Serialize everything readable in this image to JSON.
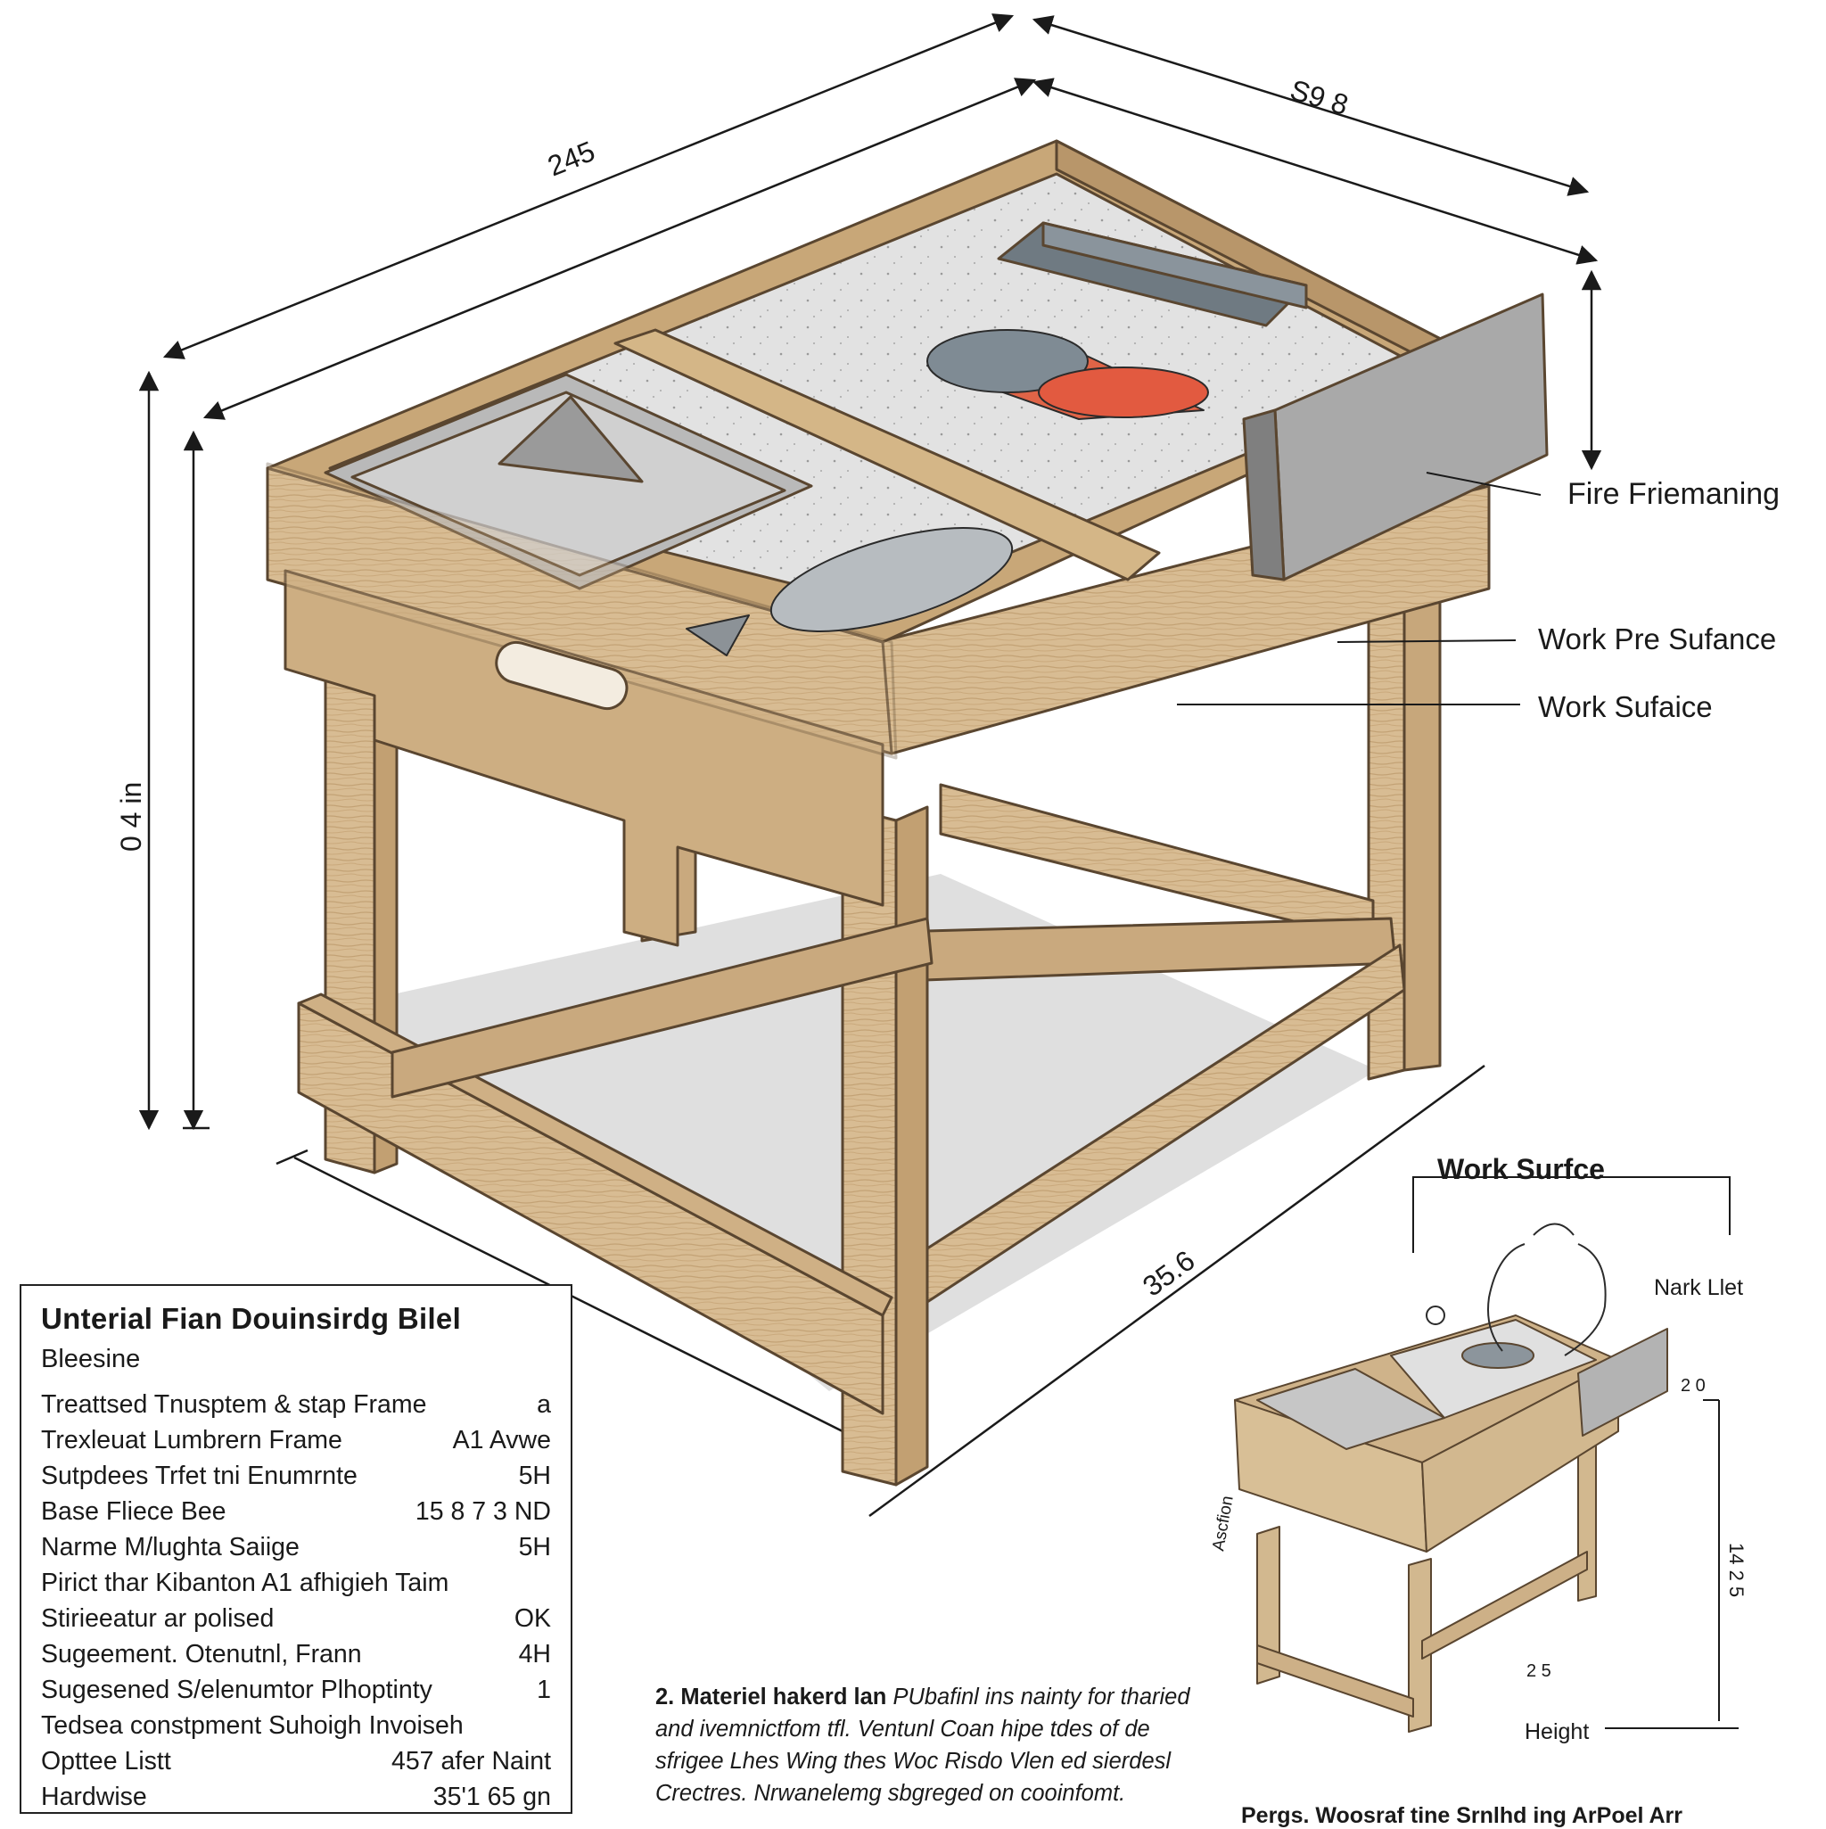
{
  "dimensions": {
    "top_left": "245",
    "top_right": "S9 8",
    "height_left": "0 4 in",
    "bottom_front": "35.6"
  },
  "callouts": {
    "c1": "Fire Friemaning",
    "c2": "Work Pre Sufance",
    "c3": "Work Sufaice"
  },
  "inset": {
    "title": "Work Surfce",
    "label_right": "Nark Llet",
    "dim_right_top": "2 0",
    "dim_right": "14 2 5",
    "dim_left": "Ascfion",
    "dim_bottom": "2 5",
    "height_label": "Height"
  },
  "panel": {
    "title": "Unterial Fian Douinsirdg Bilel",
    "subtitle": "Bleesine",
    "rows": [
      {
        "label": "Treattsed Tnusptem & stap Frame",
        "value": "a"
      },
      {
        "label": "Trexleuat Lumbrern Frame",
        "value": "A1 Avwe"
      },
      {
        "label": "Sutpdees Trfet tni Enumrnte",
        "value": "5H"
      },
      {
        "label": "Base Fliece Bee",
        "value": "15 8 7 3 ND"
      },
      {
        "label": "Narme M/lughta Saiige",
        "value": "5H"
      },
      {
        "label": "Pirict thar Kibanton A1 afhigieh Taim",
        "value": ""
      },
      {
        "label": "Stirieeatur ar polised",
        "value": "OK"
      },
      {
        "label": "Sugeement. Otenutnl, Frann",
        "value": "4H"
      },
      {
        "label": "Sugesened S/elenumtor Plhoptinty",
        "value": "1"
      },
      {
        "label": "Tedsea constpment Suhoigh Invoiseh",
        "value": ""
      },
      {
        "label": "Opttee Listt",
        "value": "457 afer Naint"
      },
      {
        "label": "Hardwise",
        "value": "35'1 65 gn"
      }
    ]
  },
  "note": {
    "lead": "2. Materiel hakerd lan",
    "body": "PUbafinl ins nainty for tharied and ivemnictfom tfl. Ventunl Coan hipe tdes of de sfrigee Lhes Wing thes Woc Risdo Vlen ed sierdesl Crectres. Nrwanelemg sbgreged on cooinfomt."
  },
  "caption": "Pergs. Woosraf tine Srnlhd ing ArPoel Arr"
}
